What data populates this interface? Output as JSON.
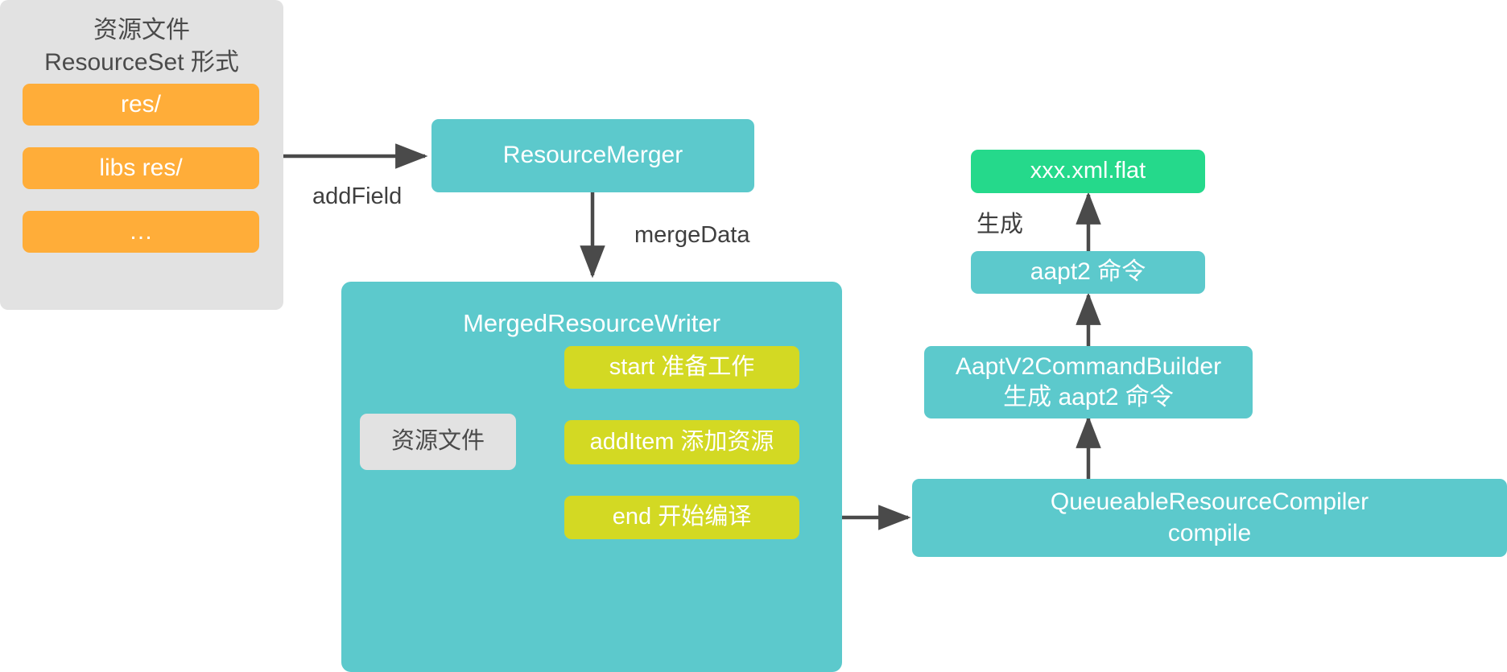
{
  "diagram": {
    "title_group": {
      "line1": "资源文件",
      "line2": "ResourceSet 形式"
    },
    "resource_chips": [
      {
        "label": "res/"
      },
      {
        "label": "libs res/"
      },
      {
        "label": "…"
      }
    ],
    "nodes": {
      "resource_merger": "ResourceMerger",
      "merged_resource_writer": "MergedResourceWriter",
      "start_step": "start 准备工作",
      "additem_step": "addItem 添加资源",
      "end_step": "end 开始编译",
      "resource_file_input": "资源文件",
      "queueable_resource_compiler": "QueueableResourceCompiler\ncompile",
      "aapt_v2_command_builder": "AaptV2CommandBuilder\n生成 aapt2 命令",
      "aapt2_command": "aapt2 命令",
      "xml_flat_output": "xxx.xml.flat"
    },
    "edge_labels": {
      "add_field": "addField",
      "merge_data": "mergeData",
      "generate": "生成"
    },
    "colors": {
      "grey_group": "#e2e2e2",
      "orange_chip": "#ffad39",
      "teal_box": "#5cc9cc",
      "yellow_box": "#d3d923",
      "green_box": "#25d98b",
      "arrow": "#4a4a4a",
      "text_dark": "#3f3f3f",
      "text_light": "#ffffff",
      "background": "#ffffff"
    }
  }
}
